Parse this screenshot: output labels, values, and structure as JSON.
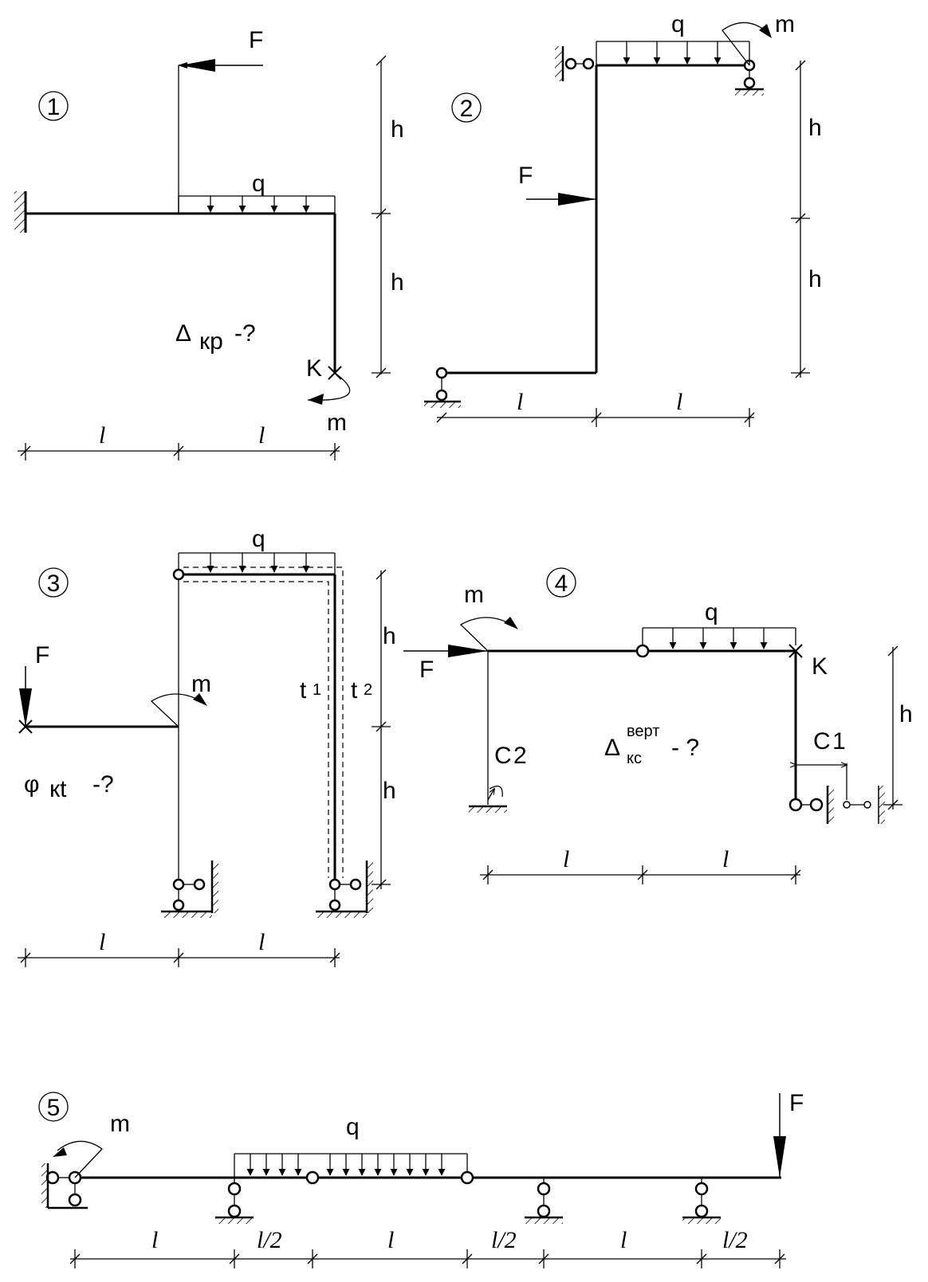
{
  "schemes": [
    {
      "number": "1",
      "labels": {
        "force": "F",
        "load": "q",
        "moment": "m",
        "point": "K",
        "unknown_symbol": "Δ",
        "unknown_sub": "кр",
        "unknown_suffix": "-?"
      },
      "dims": {
        "h_top": "h",
        "h_bottom": "h",
        "l_left": "l",
        "l_right": "l"
      }
    },
    {
      "number": "2",
      "labels": {
        "force": "F",
        "load": "q",
        "moment": "m"
      },
      "dims": {
        "h_top": "h",
        "h_bottom": "h",
        "l_left": "l",
        "l_right": "l"
      }
    },
    {
      "number": "3",
      "labels": {
        "force": "F",
        "load": "q",
        "moment": "m",
        "t1": "t",
        "t1_sub": "1",
        "t2": "t",
        "t2_sub": "2",
        "unknown_symbol": "φ",
        "unknown_sub": "кt",
        "unknown_suffix": "-?"
      },
      "dims": {
        "h_top": "h",
        "h_bottom": "h",
        "l_left": "l",
        "l_right": "l"
      }
    },
    {
      "number": "4",
      "labels": {
        "force": "F",
        "load": "q",
        "moment": "m",
        "point": "K",
        "c2": "C",
        "c2_sub": "2",
        "c1": "C",
        "c1_sub": "1",
        "unknown_symbol": "Δ",
        "unknown_sup": "верт",
        "unknown_sub": "кс",
        "unknown_suffix": "- ?"
      },
      "dims": {
        "h": "h",
        "l_left": "l",
        "l_right": "l"
      }
    },
    {
      "number": "5",
      "labels": {
        "force": "F",
        "load": "q",
        "moment": "m"
      },
      "dims": [
        "l",
        "l/2",
        "l",
        "l/2",
        "l",
        "l/2"
      ]
    }
  ]
}
